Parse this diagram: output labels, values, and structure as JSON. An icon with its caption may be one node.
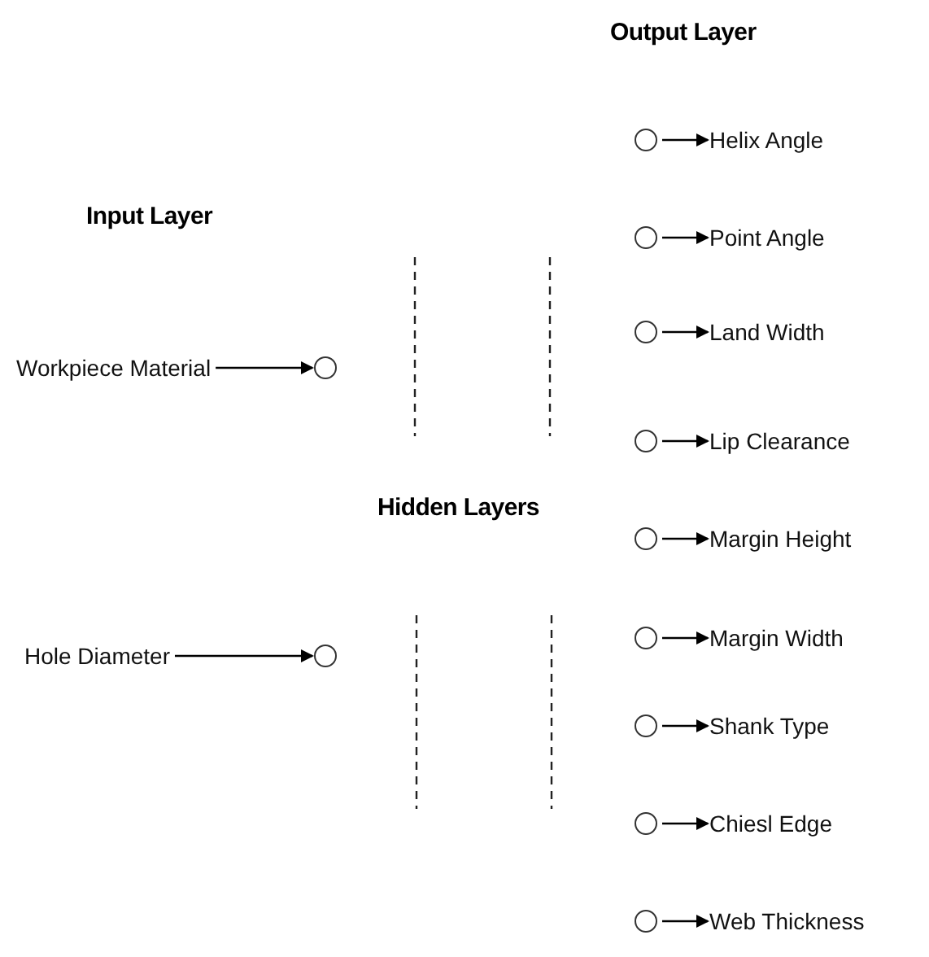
{
  "diagram": {
    "nodes": [
      {
        "text": [
          "Workpiece Material"
        ]
      },
      {
        "text": [],
        "shape": "circle"
      },
      {
        "text": [
          "Hole Diameter"
        ]
      },
      {
        "text": [],
        "shape": "circle"
      },
      {
        "text": [],
        "shape": "circle"
      },
      {
        "text": [
          "Helix Angle"
        ]
      },
      {
        "text": [],
        "shape": "circle"
      },
      {
        "text": [
          "Point Angle"
        ]
      },
      {
        "text": [],
        "shape": "circle"
      },
      {
        "text": [
          "Land Width"
        ]
      },
      {
        "text": [],
        "shape": "circle"
      },
      {
        "text": [
          "Lip Clearance"
        ]
      },
      {
        "text": [],
        "shape": "circle"
      },
      {
        "text": [
          "Margin Height"
        ]
      },
      {
        "text": [],
        "shape": "circle"
      },
      {
        "text": [
          "Margin Width"
        ]
      },
      {
        "text": [],
        "shape": "circle"
      },
      {
        "text": [
          "Shank Type"
        ]
      },
      {
        "text": [],
        "shape": "circle"
      },
      {
        "text": [
          "Chiesl Edge"
        ]
      },
      {
        "text": [],
        "shape": "circle"
      },
      {
        "text": [
          "Web Thickness"
        ]
      }
    ],
    "edges": [
      {
        "from": 0,
        "to": 1,
        "arrow": "to"
      },
      {
        "from": 2,
        "to": 3,
        "arrow": "to"
      },
      {
        "from": 4,
        "to": 5,
        "arrow": "to"
      },
      {
        "from": 6,
        "to": 7,
        "arrow": "to"
      },
      {
        "from": 8,
        "to": 9,
        "arrow": "to"
      },
      {
        "from": 10,
        "to": 11,
        "arrow": "to"
      },
      {
        "from": 12,
        "to": 13,
        "arrow": "to"
      },
      {
        "from": 14,
        "to": 15,
        "arrow": "to"
      },
      {
        "from": 16,
        "to": 17,
        "arrow": "to"
      },
      {
        "from": 18,
        "to": 19,
        "arrow": "to"
      },
      {
        "from": 20,
        "to": 21,
        "arrow": "to"
      }
    ],
    "labels": [
      "Output Layer",
      "Input Layer",
      "Hidden Layers"
    ]
  }
}
